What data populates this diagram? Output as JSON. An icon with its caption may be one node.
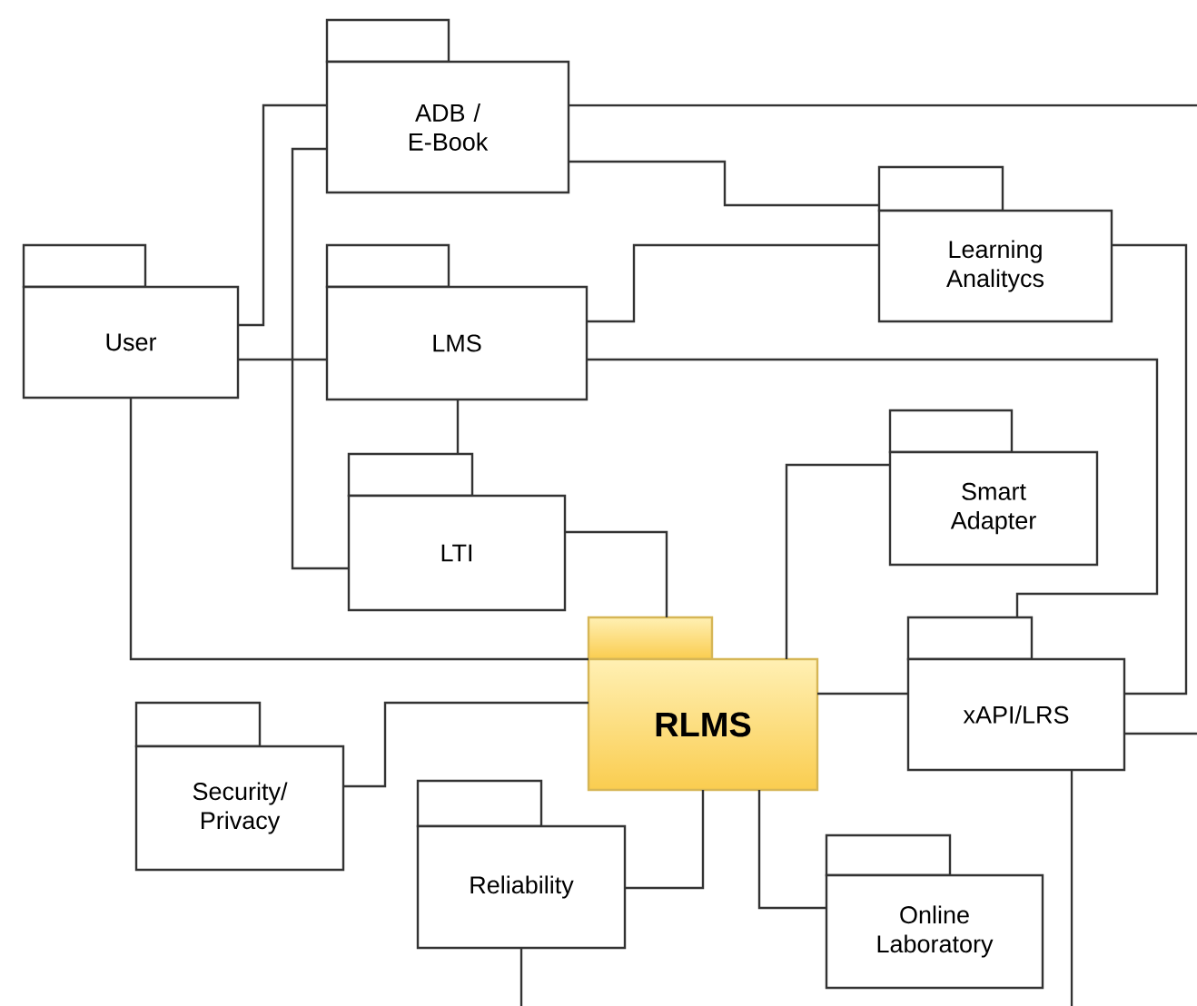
{
  "diagram": {
    "nodes": [
      {
        "text": [
          "ADB / E-Book"
        ]
      },
      {
        "text": [
          "Learning Analitycs"
        ]
      },
      {
        "text": [
          "User"
        ]
      },
      {
        "text": [
          "LMS"
        ]
      },
      {
        "text": [
          "Smart Adapter"
        ]
      },
      {
        "text": [
          "LTI"
        ]
      },
      {
        "text": [
          "RLMS"
        ]
      },
      {
        "text": [
          "xAPI/LRS"
        ]
      },
      {
        "text": [
          "Security/ Privacy"
        ]
      },
      {
        "text": [
          "Reliability"
        ]
      },
      {
        "text": [
          "Online Laboratory"
        ]
      }
    ],
    "edges": [
      {
        "from": 2,
        "to": 0,
        "arrow": "none"
      },
      {
        "from": 0,
        "to": 5,
        "arrow": "none"
      },
      {
        "from": 2,
        "to": 3,
        "arrow": "none"
      },
      {
        "from": 0,
        "to": null,
        "arrow": "none"
      },
      {
        "from": 0,
        "to": 1,
        "arrow": "none"
      },
      {
        "from": 3,
        "to": 1,
        "arrow": "none"
      },
      {
        "from": 3,
        "to": 7,
        "arrow": "none"
      },
      {
        "from": 1,
        "to": 7,
        "arrow": "none"
      },
      {
        "from": 7,
        "to": null,
        "arrow": "none"
      },
      {
        "from": 7,
        "to": null,
        "arrow": "none"
      },
      {
        "from": 3,
        "to": 5,
        "arrow": "none"
      },
      {
        "from": 5,
        "to": 6,
        "arrow": "none"
      },
      {
        "from": 2,
        "to": 6,
        "arrow": "none"
      },
      {
        "from": 4,
        "to": 6,
        "arrow": "none"
      },
      {
        "from": 6,
        "to": 7,
        "arrow": "none"
      },
      {
        "from": 6,
        "to": 8,
        "arrow": "none"
      },
      {
        "from": 6,
        "to": 9,
        "arrow": "none"
      },
      {
        "from": 6,
        "to": 10,
        "arrow": "none"
      },
      {
        "from": 9,
        "to": null,
        "arrow": "none"
      }
    ]
  }
}
